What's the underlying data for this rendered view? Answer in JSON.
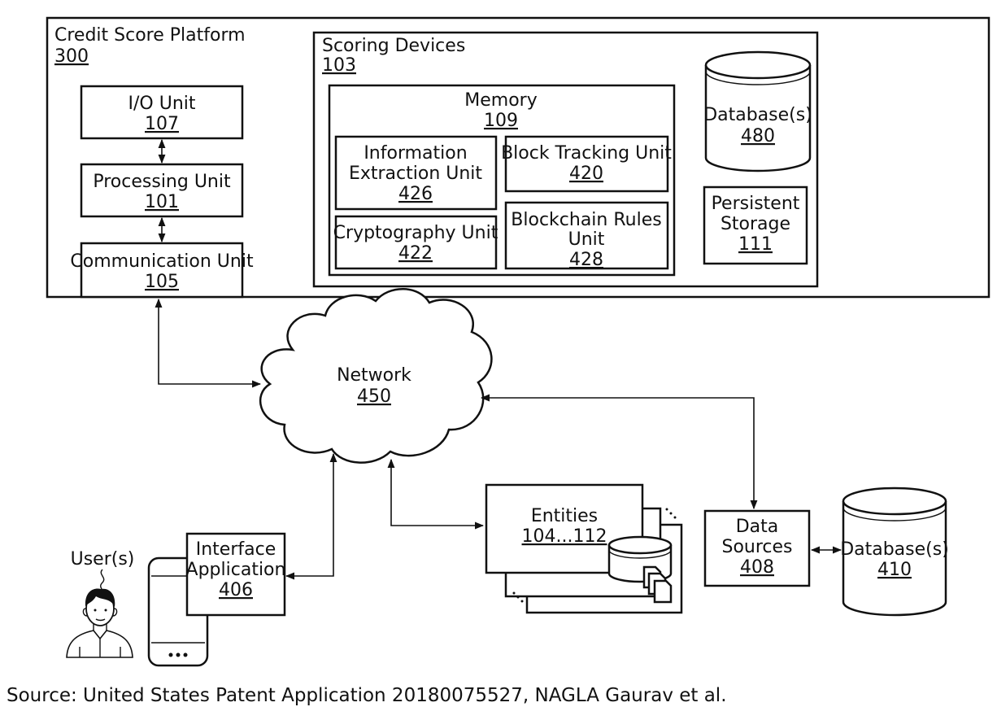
{
  "platform": {
    "title": "Credit Score Platform",
    "ref": "300"
  },
  "io_unit": {
    "title": "I/O Unit",
    "ref": "107"
  },
  "processing_unit": {
    "title": "Processing Unit",
    "ref": "101"
  },
  "communication_unit": {
    "title": "Communication Unit",
    "ref": "105"
  },
  "scoring_devices": {
    "title": "Scoring Devices",
    "ref": "103"
  },
  "memory": {
    "title": "Memory",
    "ref": "109"
  },
  "info_extraction": {
    "line1": "Information",
    "line2": "Extraction Unit",
    "ref": "426"
  },
  "block_tracking": {
    "title": "Block Tracking Unit",
    "ref": "420"
  },
  "cryptography": {
    "title": "Cryptography Unit",
    "ref": "422"
  },
  "blockchain_rules": {
    "line1": "Blockchain Rules",
    "line2": "Unit",
    "ref": "428"
  },
  "database_480": {
    "title": "Database(s)",
    "ref": "480"
  },
  "persistent_storage": {
    "line1": "Persistent",
    "line2": "Storage",
    "ref": "111"
  },
  "network": {
    "title": "Network",
    "ref": "450"
  },
  "entities": {
    "title": "Entities",
    "ref": "104...112"
  },
  "data_sources": {
    "line1": "Data",
    "line2": "Sources",
    "ref": "408"
  },
  "database_410": {
    "title": "Database(s)",
    "ref": "410"
  },
  "interface_app": {
    "line1": "Interface",
    "line2": "Application",
    "ref": "406"
  },
  "users": {
    "title": "User(s)"
  },
  "caption": "Source: United States Patent Application 20180075527, NAGLA Gaurav et al."
}
